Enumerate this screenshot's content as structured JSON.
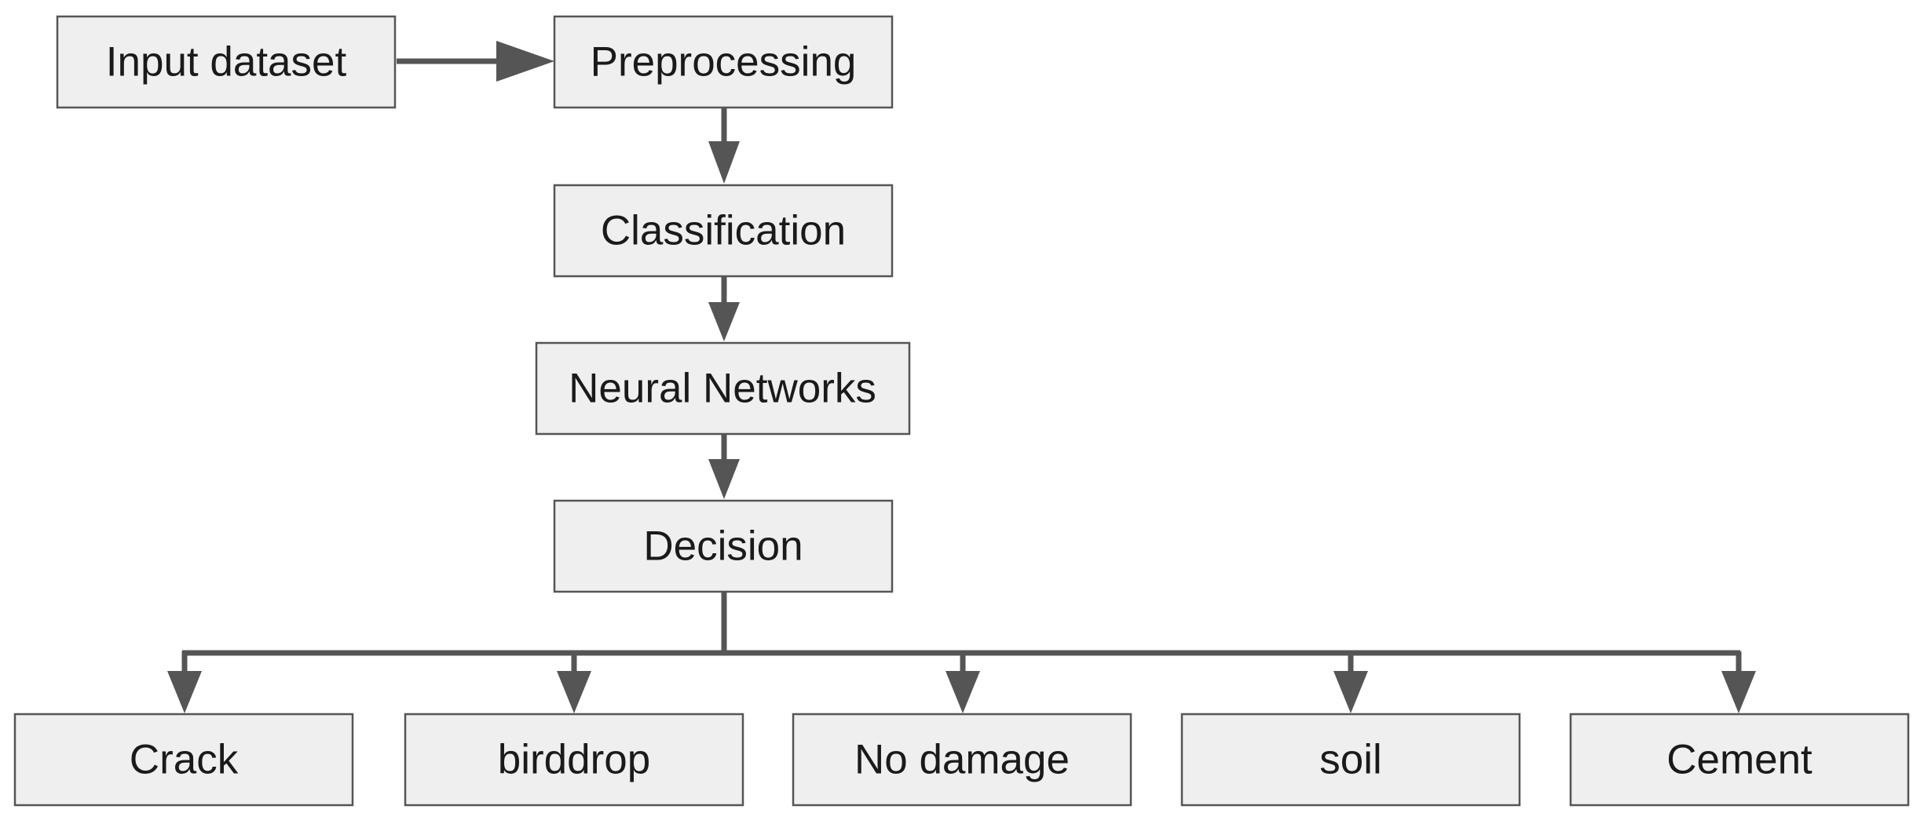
{
  "diagram": {
    "stroke_color": "#555555",
    "box_fill": "#efefef",
    "text_color": "#1a1a1a",
    "nodes": {
      "input": "Input dataset",
      "preprocessing": "Preprocessing",
      "classification": "Classification",
      "neural": "Neural Networks",
      "decision": "Decision",
      "crack": "Crack",
      "birddrop": "birddrop",
      "nodamage": "No damage",
      "soil": "soil",
      "cement": "Cement"
    }
  }
}
